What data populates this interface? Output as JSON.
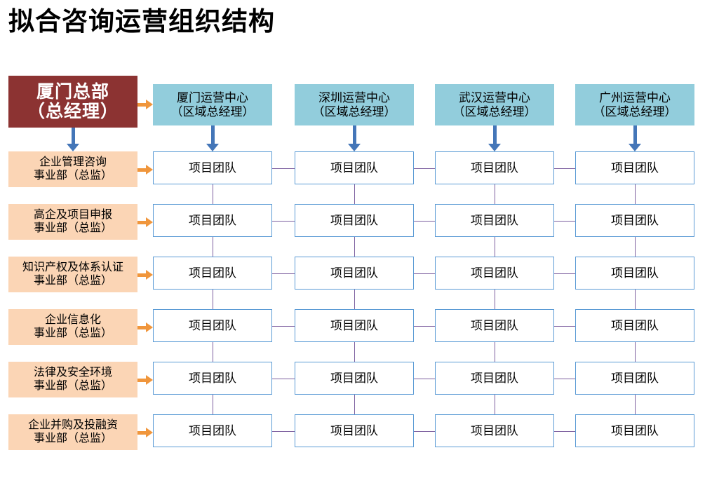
{
  "page": {
    "title": "拟合咨询运营组织结构"
  },
  "headquarters": {
    "line1": "厦门总部",
    "line2": "（总经理）",
    "color": "#8C3332",
    "text_color": "#FFFFFF"
  },
  "centers": {
    "color": "#92CDDC",
    "items": [
      {
        "line1": "厦门运营中心",
        "line2": "（区域总经理）"
      },
      {
        "line1": "深圳运营中心",
        "line2": "（区域总经理）"
      },
      {
        "line1": "武汉运营中心",
        "line2": "（区域总经理）"
      },
      {
        "line1": "广州运营中心",
        "line2": "（区域总经理）"
      }
    ]
  },
  "departments": {
    "color": "#FBD5B5",
    "items": [
      {
        "line1": "企业管理咨询",
        "line2": "事业部（总监）"
      },
      {
        "line1": "高企及项目申报",
        "line2": "事业部（总监）"
      },
      {
        "line1": "知识产权及体系认证",
        "line2": "事业部（总监）"
      },
      {
        "line1": "企业信息化",
        "line2": "事业部（总监）"
      },
      {
        "line1": "法律及安全环境",
        "line2": "事业部（总监）"
      },
      {
        "line1": "企业并购及投融资",
        "line2": "事业部（总监）"
      }
    ]
  },
  "team": {
    "label": "项目团队",
    "border_color": "#5B9BD5",
    "rows": 6,
    "columns": 4,
    "cells": [
      [
        "项目团队",
        "项目团队",
        "项目团队",
        "项目团队"
      ],
      [
        "项目团队",
        "项目团队",
        "项目团队",
        "项目团队"
      ],
      [
        "项目团队",
        "项目团队",
        "项目团队",
        "项目团队"
      ],
      [
        "项目团队",
        "项目团队",
        "项目团队",
        "项目团队"
      ],
      [
        "项目团队",
        "项目团队",
        "项目团队",
        "项目团队"
      ],
      [
        "项目团队",
        "项目团队",
        "项目团队",
        "项目团队"
      ]
    ]
  },
  "connectors": {
    "orange_arrow_color": "#F0963C",
    "blue_arrow_color": "#4476B8",
    "purple_line_color": "#7D60A0"
  }
}
